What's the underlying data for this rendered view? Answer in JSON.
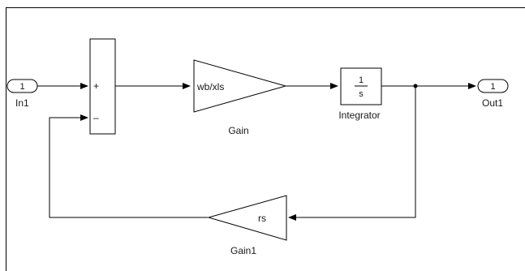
{
  "blocks": {
    "in1": {
      "port_number": "1",
      "label": "In1"
    },
    "sum": {
      "plus": "+",
      "minus": "–"
    },
    "gain": {
      "value": "wb/xls",
      "label": "Gain"
    },
    "integrator": {
      "numerator": "1",
      "denominator": "s",
      "label": "Integrator"
    },
    "out1": {
      "port_number": "1",
      "label": "Out1"
    },
    "gain1": {
      "value": "rs",
      "label": "Gain1"
    }
  }
}
